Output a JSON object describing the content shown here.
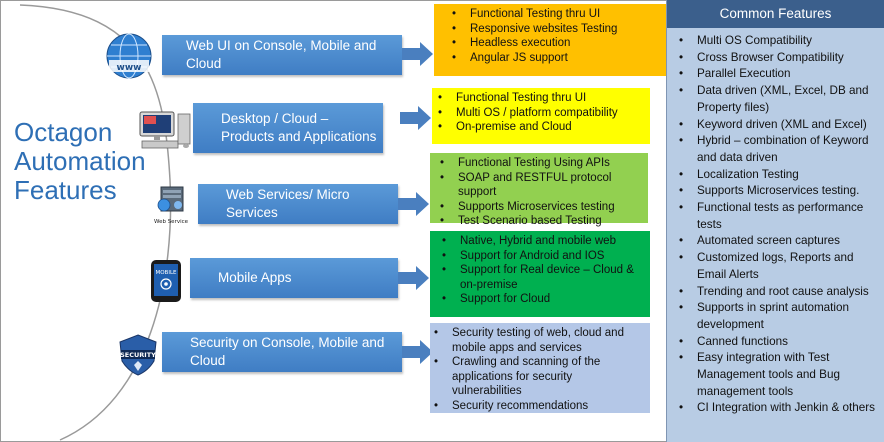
{
  "title": {
    "line1": "Octagon",
    "line2": "Automation",
    "line3": "Features"
  },
  "features": [
    {
      "label": "Web UI on Console, Mobile and Cloud",
      "icon": "globe-www-icon",
      "items": [
        "Functional Testing thru UI",
        "Responsive websites Testing",
        "Headless execution",
        "Angular JS support"
      ],
      "color": "#ffc000"
    },
    {
      "label": "Desktop / Cloud – Products and Applications",
      "icon": "desktop-computer-icon",
      "items": [
        "Functional Testing thru UI",
        "Multi OS / platform compatibility",
        "On-premise and Cloud"
      ],
      "color": "#ffff00"
    },
    {
      "label": "Web Services/ Micro Services",
      "icon": "web-service-server-icon",
      "icon_caption": "Web Service",
      "items": [
        "Functional Testing Using APIs",
        "SOAP and RESTFUL protocol support",
        "Supports Microservices testing",
        "Test Scenario based Testing"
      ],
      "color": "#92d050"
    },
    {
      "label": "Mobile Apps",
      "icon": "mobile-phone-icon",
      "icon_caption": "MOBILE",
      "items": [
        "Native, Hybrid and mobile web",
        "Support for Android and IOS",
        "Support for Real device – Cloud & on-premise",
        "Support for Cloud"
      ],
      "color": "#00b050"
    },
    {
      "label": "Security on Console, Mobile and Cloud",
      "icon": "security-shield-icon",
      "icon_caption": "SECURITY",
      "items": [
        "Security testing of web, cloud and mobile apps and services",
        "Crawling and scanning of the applications for security vulnerabilities",
        "Security recommendations"
      ],
      "color": "#b4c7e7"
    }
  ],
  "common": {
    "header": "Common Features",
    "items": [
      "Multi OS Compatibility",
      "Cross Browser Compatibility",
      "Parallel Execution",
      "Data driven (XML, Excel, DB and Property files)",
      "Keyword driven (XML and Excel)",
      "Hybrid – combination of Keyword and data driven",
      "Localization Testing",
      "Supports Microservices testing.",
      "Functional tests as performance tests",
      "Automated screen captures",
      "Customized logs, Reports and Email Alerts",
      "Trending and root cause analysis",
      "Supports in sprint automation development",
      "Canned functions",
      "Easy integration with Test Management tools and Bug management tools",
      "CI Integration with Jenkin & others"
    ],
    "background": "#b8cce4",
    "header_color": "#3b5f8c"
  },
  "colors": {
    "title": "#2e6fb5",
    "feature_bar": "#4a8bd0",
    "arrow": "#4a7fbf"
  }
}
